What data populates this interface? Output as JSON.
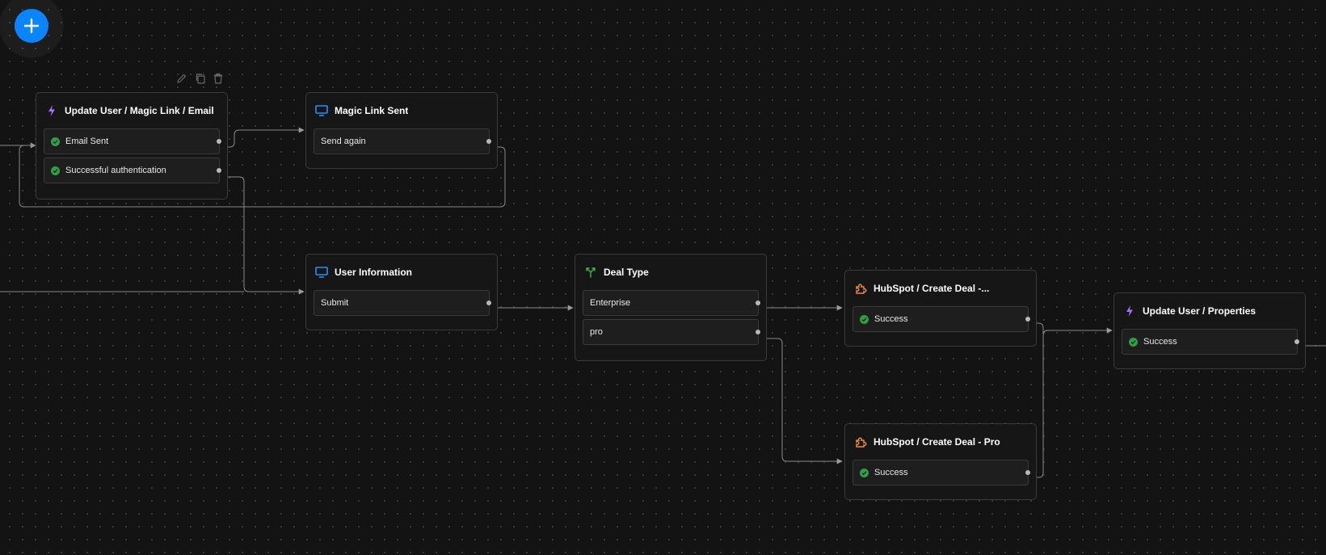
{
  "canvas": {
    "add_button_label": "+"
  },
  "colors": {
    "background": "#131313",
    "accent": "#0a84ff",
    "node_border": "#3b3b3b",
    "success": "#2ea043",
    "action_icon": "#a970ff",
    "screen_icon": "#1e90ff",
    "branch_icon": "#3fb950",
    "integration_icon": "#f0883e",
    "edge": "#8a8a8a"
  },
  "node_toolbar": {
    "icons": [
      "pencil-icon",
      "copy-icon",
      "trash-icon"
    ]
  },
  "nodes": {
    "update_user_magic_link": {
      "icon": "lightning-icon",
      "title": "Update User / Magic Link / Email",
      "ports": [
        "Email Sent",
        "Successful authentication"
      ]
    },
    "magic_link_sent": {
      "icon": "monitor-icon",
      "title": "Magic Link Sent",
      "ports": [
        "Send again"
      ]
    },
    "user_information": {
      "icon": "monitor-icon",
      "title": "User Information",
      "ports": [
        "Submit"
      ]
    },
    "deal_type": {
      "icon": "branch-icon",
      "title": "Deal Type",
      "ports": [
        "Enterprise",
        "pro"
      ]
    },
    "hubspot_enterprise": {
      "icon": "puzzle-icon",
      "title": "HubSpot / Create Deal -...",
      "ports": [
        "Success"
      ]
    },
    "hubspot_pro": {
      "icon": "puzzle-icon",
      "title": "HubSpot / Create Deal - Pro",
      "ports": [
        "Success"
      ]
    },
    "update_user_properties": {
      "icon": "lightning-icon",
      "title": "Update User / Properties",
      "ports": [
        "Success"
      ]
    }
  }
}
